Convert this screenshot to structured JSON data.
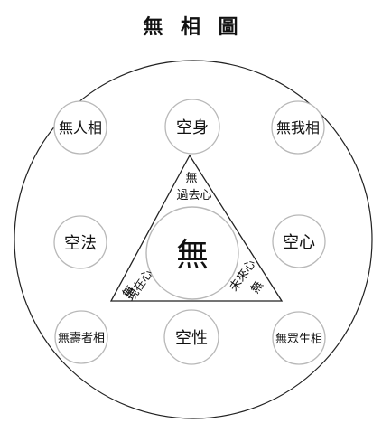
{
  "title": "無 相 圖",
  "center_label": "無",
  "nodes": {
    "top_left": "無人相",
    "top_center": "空身",
    "top_right": "無我相",
    "middle_left": "空法",
    "middle_right": "空心",
    "bottom_left": "無壽者相",
    "bottom_center": "空性",
    "bottom_right": "無眾生相"
  },
  "triangle": {
    "top_mark": "無",
    "top_label": "過去心",
    "left_label": "現在心",
    "left_mark": "無",
    "right_label": "未來心",
    "right_mark": "無"
  }
}
